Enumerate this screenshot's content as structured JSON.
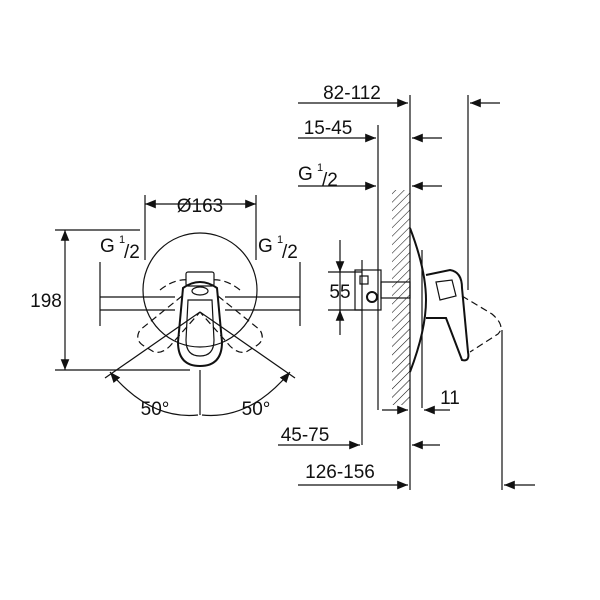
{
  "front_view": {
    "diameter": "Ø163",
    "height": "198",
    "thread_left": {
      "base": "G",
      "sup": "1",
      "sub": "/2"
    },
    "thread_right": {
      "base": "G",
      "sup": "1",
      "sub": "/2"
    },
    "angle_left": "50°",
    "angle_right": "50°"
  },
  "side_view": {
    "depth_range": "82-112",
    "cover_range": "15-45",
    "thread": {
      "base": "G",
      "sup": "1",
      "sub": "/2"
    },
    "offset": "55",
    "plate": "11",
    "body_range": "45-75",
    "total_range": "126-156"
  }
}
